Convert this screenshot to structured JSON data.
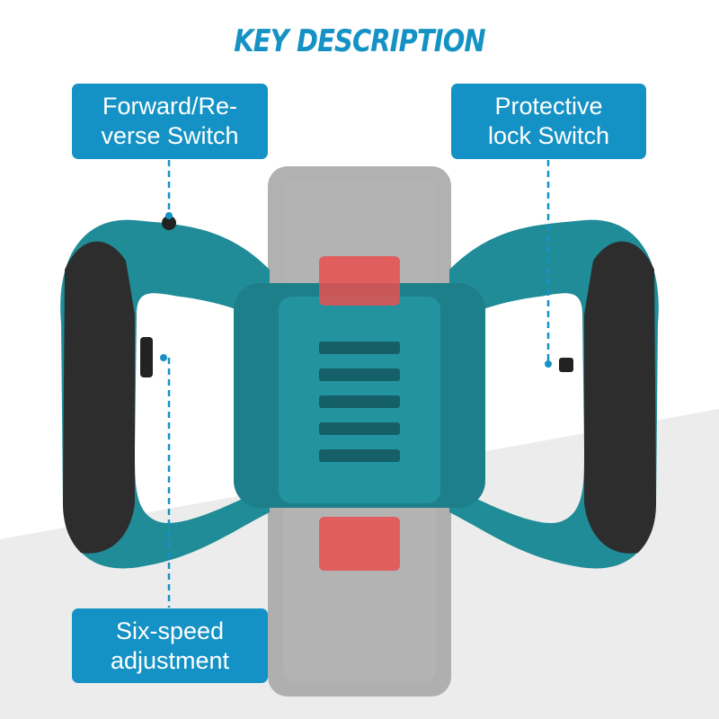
{
  "title": "KEY DESCRIPTION",
  "callouts": {
    "forward_reverse": {
      "line1": "Forward/Re-",
      "line2": "verse Switch"
    },
    "protective_lock": {
      "line1": "Protective",
      "line2": "lock Switch"
    },
    "six_speed": {
      "line1": "Six-speed",
      "line2": "adjustment"
    }
  },
  "colors": {
    "accent": "#1592c5",
    "body": "#1f8c98",
    "grip": "#2b2b2b",
    "battery": "#a8a8a8",
    "indicator": "#e8504f"
  }
}
